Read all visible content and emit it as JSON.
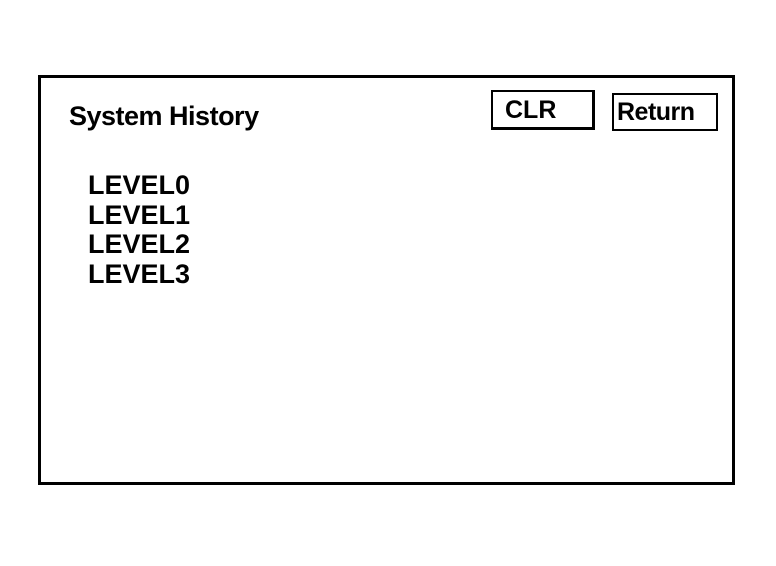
{
  "screen": {
    "title": "System History"
  },
  "toolbar": {
    "clr_label": "CLR",
    "return_label": "Return"
  },
  "levels": [
    {
      "label": "LEVEL0"
    },
    {
      "label": "LEVEL1"
    },
    {
      "label": "LEVEL2"
    },
    {
      "label": "LEVEL3"
    }
  ],
  "colors": {
    "foreground": "#000000",
    "background": "#ffffff"
  }
}
